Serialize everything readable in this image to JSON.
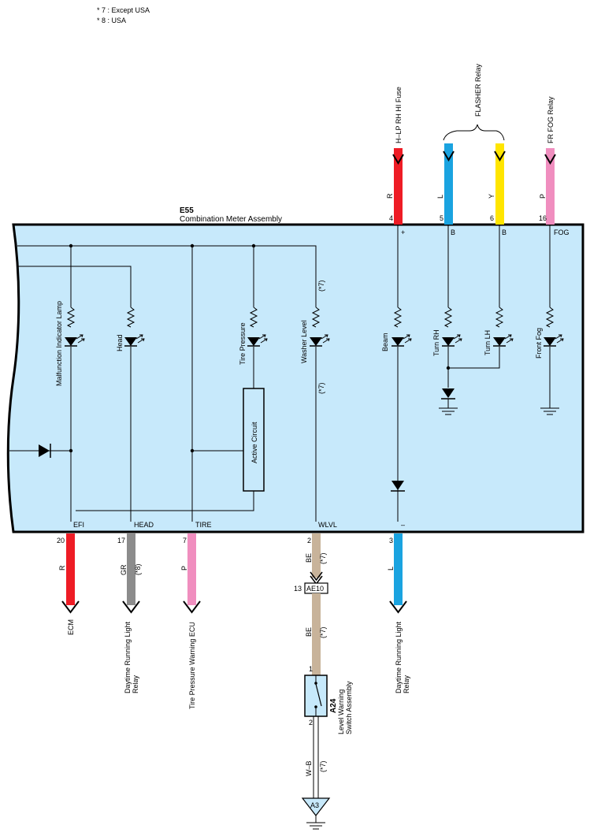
{
  "notes": {
    "n7": "* 7 : Except USA",
    "n8": "* 8 : USA"
  },
  "meter": {
    "code": "E55",
    "name": "Combination Meter Assembly"
  },
  "colors": {
    "R": "#ee1c25",
    "L": "#1aa3e0",
    "Y": "#ffe500",
    "P": "#f08ebf",
    "GR": "#8c8c8c",
    "BE": "#c8b39a",
    "panel": "#c7e9fb"
  },
  "top_connections": {
    "flasher_relay": "FLASHER Relay",
    "wires": [
      {
        "dest": "H–LP RH HI Fuse",
        "color_code": "R",
        "pin": "4",
        "terminal": "+"
      },
      {
        "color_code": "L",
        "pin": "5",
        "terminal": "B"
      },
      {
        "color_code": "Y",
        "pin": "6",
        "terminal": "B"
      },
      {
        "dest": "FR FOG Relay",
        "color_code": "P",
        "pin": "16",
        "terminal": "FOG"
      }
    ]
  },
  "lamps": {
    "malfunction": "Malfunction Indicator Lamp",
    "head": "Head",
    "tire": "Tire Pressure",
    "washer": "Washer Level",
    "washer_note_top": "(*7)",
    "washer_note_bottom": "(*7)",
    "beam": "Beam",
    "turn_rh": "Turn RH",
    "turn_lh": "Turn LH",
    "front_fog": "Front Fog",
    "active_circuit": "Active Circuit"
  },
  "bottom_terminals": [
    {
      "name": "EFI",
      "pin": "20",
      "color_code": "R",
      "dest": "ECM"
    },
    {
      "name": "HEAD",
      "pin": "17",
      "color_code": "GR",
      "note": "(*8)",
      "dest": "Daytime Running Light Relay"
    },
    {
      "name": "TIRE",
      "pin": "7",
      "color_code": "P",
      "dest": "Tire Pressure Warning ECU"
    },
    {
      "name": "WLVL",
      "pin": "2",
      "color_code": "BE",
      "note": "(*7)"
    },
    {
      "name": "–",
      "pin": "3",
      "color_code": "L",
      "dest": "Daytime Running Light Relay"
    }
  ],
  "washer_chain": {
    "connector_pin": "13",
    "connector": "AE10",
    "wire2_color": "BE",
    "wire2_note": "(*7)",
    "switch_pin1": "1",
    "switch_pin2": "2",
    "switch_code": "A24",
    "switch_name": "Level Warning Switch Assembly",
    "wire3_color": "W–B",
    "wire3_note": "(*7)",
    "ground": "A3"
  }
}
